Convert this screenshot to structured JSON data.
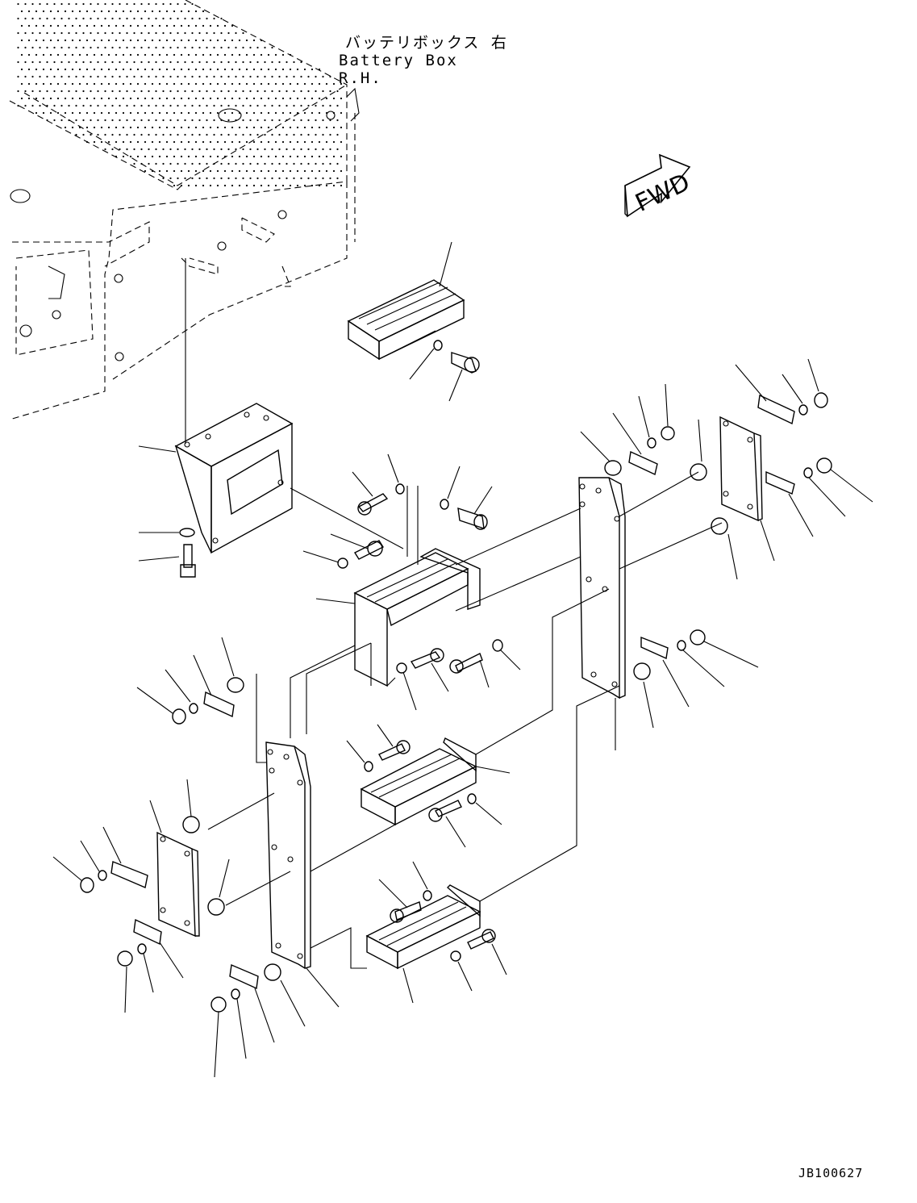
{
  "header": {
    "title_jp": "バッテリボックス 右",
    "title_en": "Battery Box R.H."
  },
  "direction_arrow": {
    "label": "FWD",
    "icon": "fwd-arrow-icon"
  },
  "footer": {
    "drawing_id": "JB100627"
  }
}
